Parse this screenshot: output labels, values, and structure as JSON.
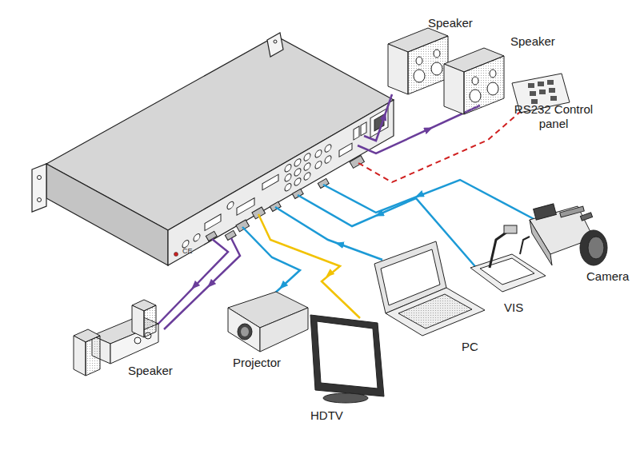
{
  "diagram": {
    "nodes": [
      {
        "text": [
          "Speaker"
        ]
      },
      {
        "text": [
          "Speaker"
        ]
      },
      {
        "text": [
          "RS232 Control panel"
        ]
      },
      {
        "text": [
          "Camera"
        ]
      },
      {
        "text": [
          "VIS"
        ]
      },
      {
        "text": [
          "PC"
        ]
      },
      {
        "text": [
          "Projector"
        ]
      },
      {
        "text": [
          "Speaker"
        ]
      },
      {
        "text": [
          "HDTV"
        ]
      }
    ],
    "labels": [
      "CE"
    ]
  }
}
